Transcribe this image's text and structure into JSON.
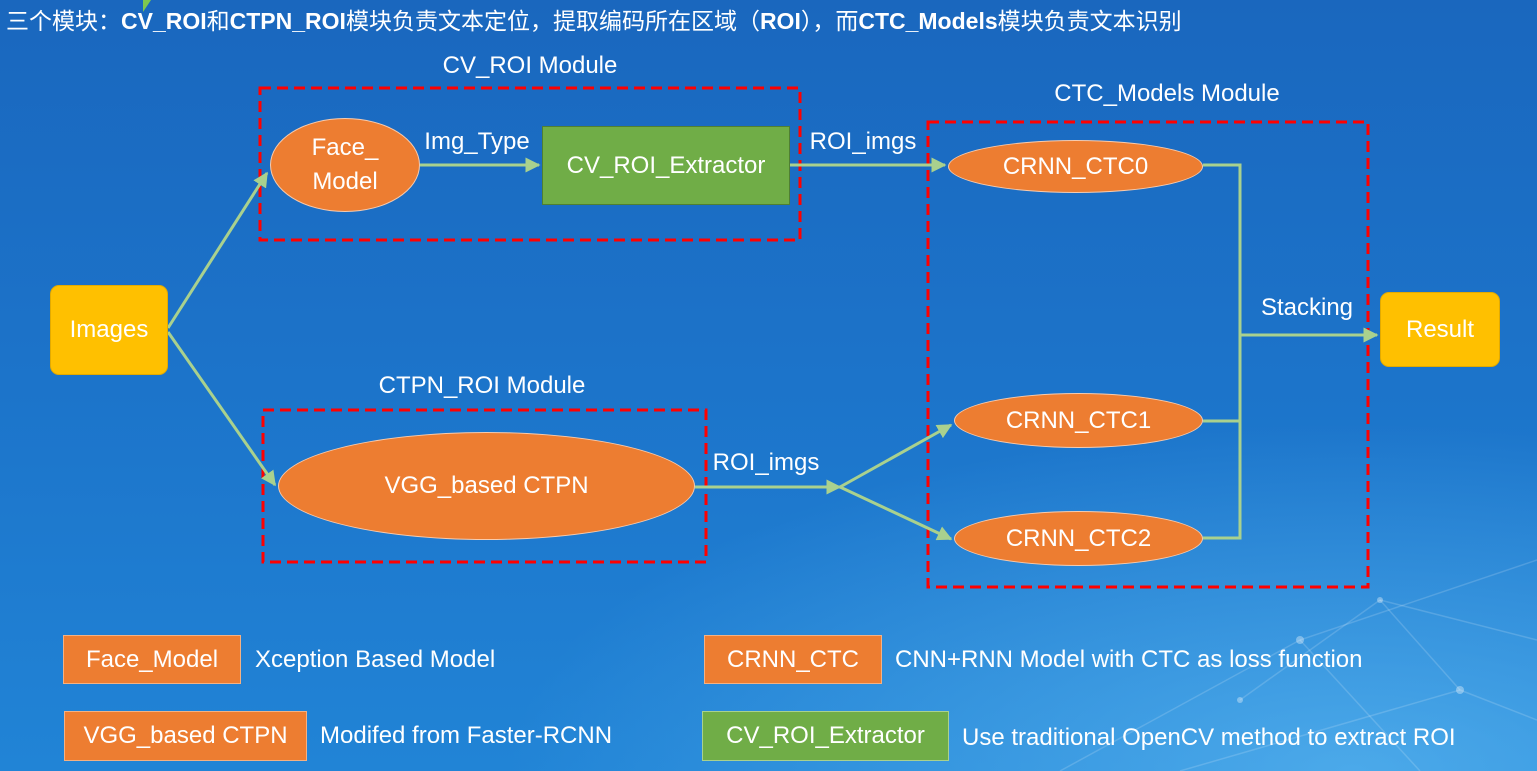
{
  "title": [
    "三个模块：",
    "CV_ROI",
    "和",
    "CTPN_ROI",
    "模块负责文本定位，提取编码所在区域（",
    "ROI",
    "），而",
    "CTC_Models",
    "模块负责文本识别"
  ],
  "modules": {
    "cv_roi": "CV_ROI Module",
    "ctpn_roi": "CTPN_ROI Module",
    "ctc_models": "CTC_Models Module"
  },
  "nodes": {
    "images": "Images",
    "face_model_line1": "Face_",
    "face_model_line2": "Model",
    "cv_roi_extractor": "CV_ROI_Extractor",
    "vgg_ctpn": "VGG_based CTPN",
    "crnn_ctc0": "CRNN_CTC0",
    "crnn_ctc1": "CRNN_CTC1",
    "crnn_ctc2": "CRNN_CTC2",
    "result": "Result"
  },
  "edge_labels": {
    "img_type": "Img_Type",
    "roi_imgs_top": "ROI_imgs",
    "roi_imgs_bottom": "ROI_imgs",
    "stacking": "Stacking"
  },
  "legend": [
    {
      "key": "Face_Model",
      "description": "Xception Based Model"
    },
    {
      "key": "CRNN_CTC",
      "description": "CNN+RNN Model with CTC as loss function"
    },
    {
      "key": "VGG_based CTPN",
      "description": "Modifed from Faster-RCNN"
    },
    {
      "key": "CV_ROI_Extractor",
      "description": "Use traditional OpenCV method to extract ROI"
    }
  ],
  "colors": {
    "model": "#ed7d31",
    "extractor": "#70ad47",
    "io": "#ffc000",
    "module_border": "#ff0000",
    "edge": "#a9d18e"
  }
}
